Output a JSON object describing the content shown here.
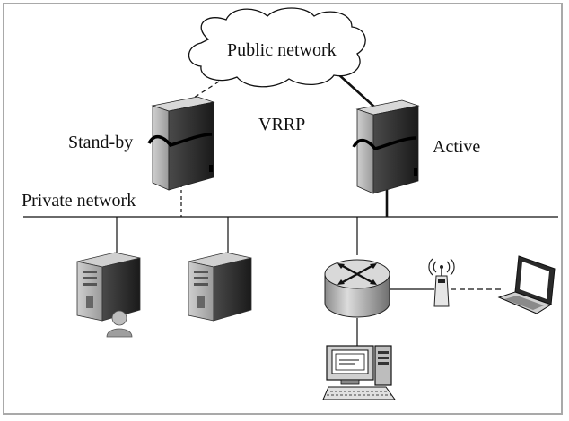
{
  "labels": {
    "public_network": "Public network",
    "vrrp": "VRRP",
    "standby": "Stand-by",
    "active": "Active",
    "private_network": "Private network"
  },
  "links": {
    "standby_public": "dashed",
    "active_public": "solid",
    "standby_private": "dashed",
    "active_private": "solid",
    "router_ap": "solid",
    "ap_laptop": "dashed"
  },
  "icons": [
    "cloud-icon",
    "tower-server-icon",
    "user-icon",
    "router-icon",
    "wireless-access-point-icon",
    "laptop-icon",
    "desktop-computer-icon"
  ]
}
